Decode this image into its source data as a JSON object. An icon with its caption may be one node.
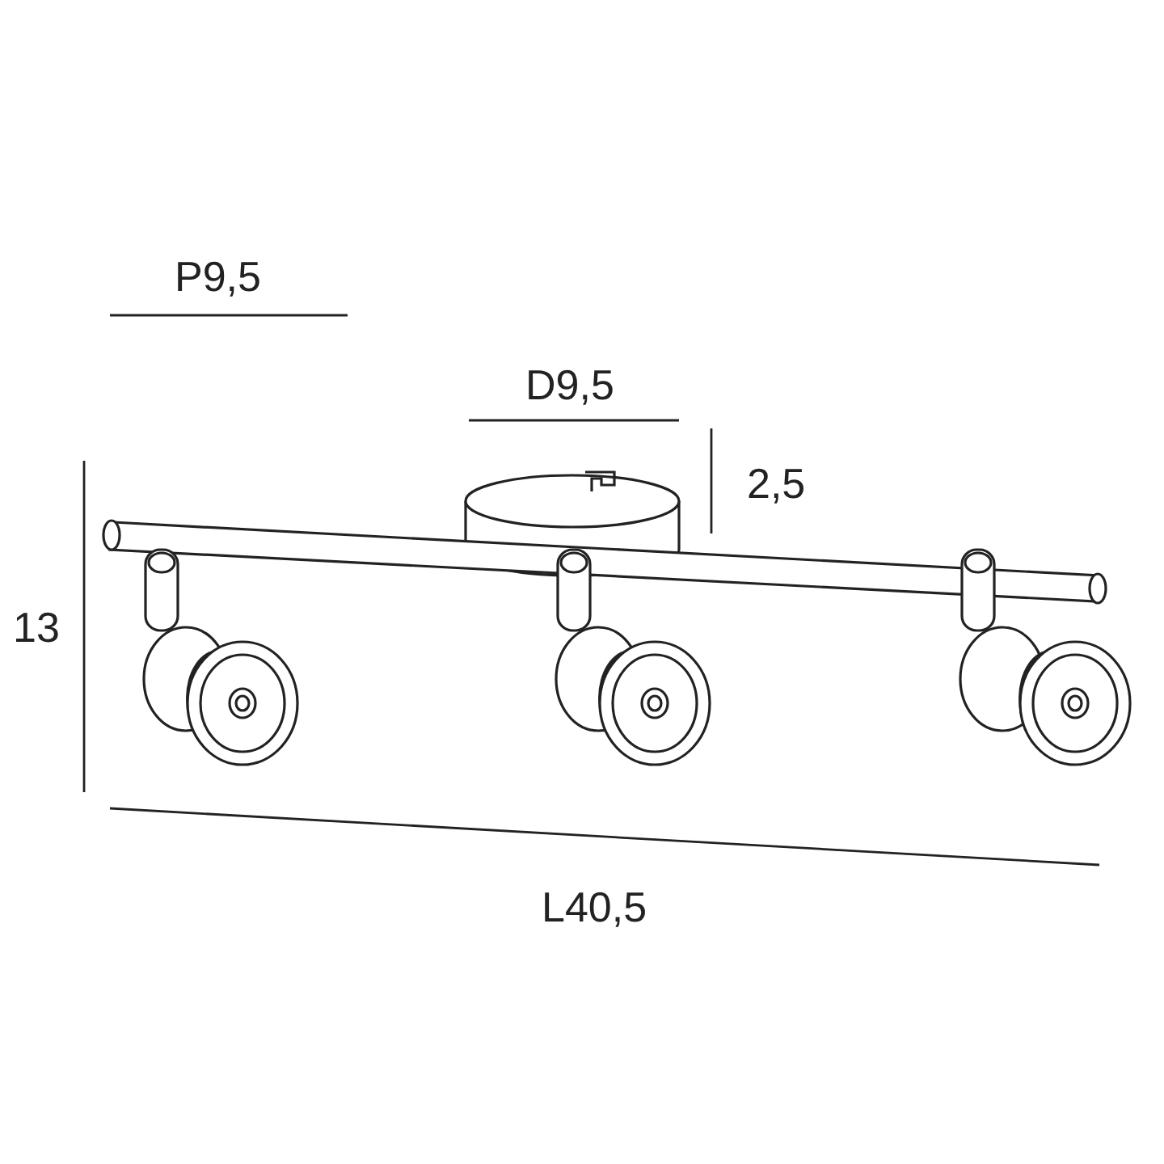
{
  "diagram": {
    "labels": [
      "P9,5",
      "D9,5",
      "2,5",
      "13",
      "L40,5"
    ]
  }
}
